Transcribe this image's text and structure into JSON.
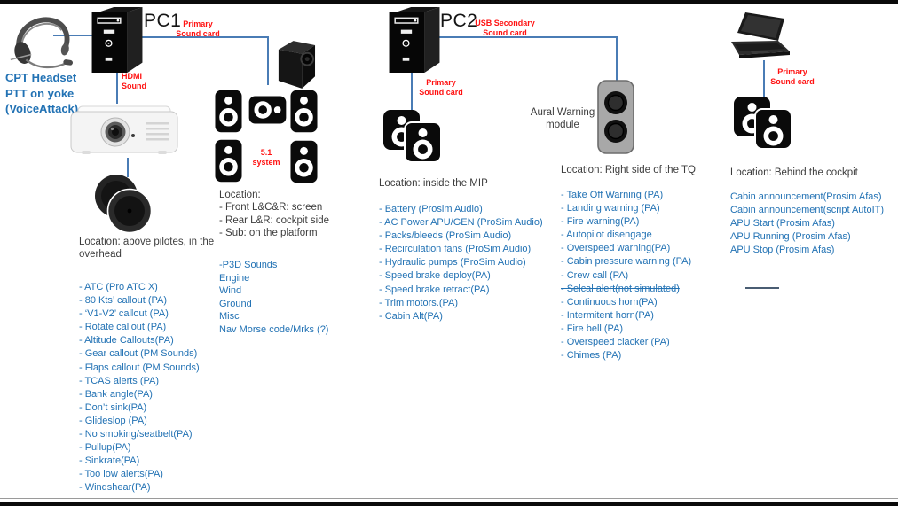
{
  "colors": {
    "accent_blue": "#2272b4",
    "label_red": "#ff1212",
    "text_dark": "#3d3d3d",
    "connector_blue": "#4a7cb5"
  },
  "pc1": {
    "title": "PC1",
    "headset_caption": "CPT Headset\nPTT on yoke\n(VoiceAttack)",
    "primary_card_label": "Primary\nSound card",
    "hdmi_label": "HDMI\nSound",
    "overhead_location": "Location: above pilotes, in the\noverhead",
    "overhead_items": [
      "- ATC (Pro ATC X)",
      "- 80 Kts’ callout (PA)",
      "- ‘V1-V2’ callout (PA)",
      "- Rotate callout (PA)",
      "- Altitude Callouts(PA)",
      "- Gear callout (PM Sounds)",
      "- Flaps callout (PM Sounds)",
      "- TCAS alerts (PA)",
      "- Bank angle(PA)",
      "- Don’t sink(PA)",
      "- Glideslop (PA)",
      "- No smoking/seatbelt(PA)",
      "- Pullup(PA)",
      "- Sinkrate(PA)",
      "- Too low alerts(PA)",
      "- Windshear(PA)"
    ],
    "surround_system_label": "5.1\nsystem",
    "surround_location": "Location:\n- Front L&C&R: screen\n- Rear L&R: cockpit side\n- Sub: on the platform",
    "p3d_items": [
      "-P3D Sounds",
      "Engine",
      "Wind",
      "Ground",
      "Misc",
      "Nav Morse code/Mrks (?)"
    ]
  },
  "pc2": {
    "title": "PC2",
    "usb_card_label": "USB Secondary\nSound card",
    "primary_card_label": "Primary\nSound card",
    "aural_module_label": "Aural Warning\nmodule",
    "mip_location": "Location: inside the MIP",
    "mip_items": [
      "- Battery (Prosim Audio)",
      "- AC Power APU/GEN (ProSim Audio)",
      "- Packs/bleeds (ProSim Audio)",
      "- Recirculation fans (ProSim Audio)",
      "- Hydraulic pumps (ProSim Audio)",
      "- Speed brake deploy(PA)",
      "- Speed brake retract(PA)",
      "- Trim motors.(PA)",
      "- Cabin Alt(PA)"
    ],
    "tq_location": "Location: Right side of the TQ",
    "tq_items": [
      "- Take Off Warning (PA)",
      "- Landing warning (PA)",
      "- Fire warning(PA)",
      "- Autopilot disengage",
      "- Overspeed warning(PA)",
      "- Cabin pressure warning (PA)",
      "- Crew call (PA)",
      {
        "text": "- Selcal alert(not simulated)",
        "struck": true
      },
      "- Continuous horn(PA)",
      "- Intermitent horn(PA)",
      "- Fire bell (PA)",
      "- Overspeed clacker (PA)",
      "- Chimes (PA)"
    ]
  },
  "laptop": {
    "primary_card_label": "Primary\nSound card",
    "location": "Location: Behind the cockpit",
    "items": [
      "Cabin announcement(Prosim Afas)",
      "Cabin announcement(script AutoIT)",
      "APU Start (Prosim Afas)",
      "APU Running (Prosim Afas)",
      "APU Stop (Prosim Afas)"
    ]
  }
}
